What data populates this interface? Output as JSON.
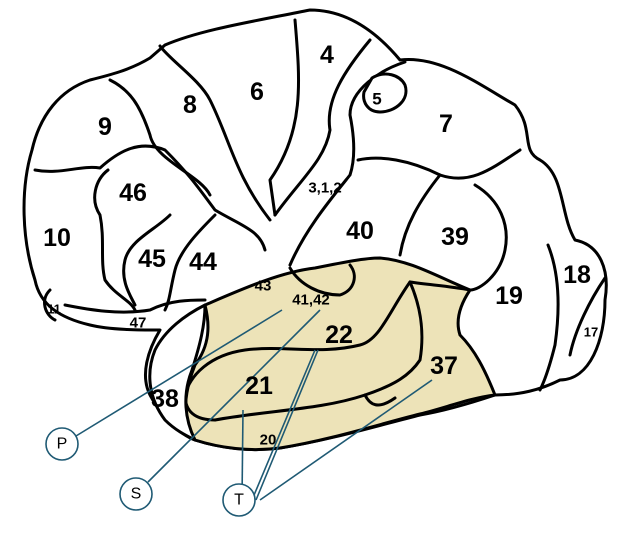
{
  "areas": {
    "a4": "4",
    "a6": "6",
    "a5": "5",
    "a7": "7",
    "a9": "9",
    "a8": "8",
    "a312": "3,1,2",
    "a46": "46",
    "a10": "10",
    "a40": "40",
    "a39": "39",
    "a45": "45",
    "a44": "44",
    "a18": "18",
    "a19": "19",
    "a43": "43",
    "a4142": "41,42",
    "a11": "11",
    "a47": "47",
    "a22": "22",
    "a17": "17",
    "a37": "37",
    "a21": "21",
    "a38": "38",
    "a20": "20"
  },
  "markers": {
    "p": "P",
    "s": "S",
    "t": "T"
  },
  "colors": {
    "temporal_fill": "#ede3b8",
    "pointer_line": "#1f5a74",
    "outline": "#000000"
  }
}
